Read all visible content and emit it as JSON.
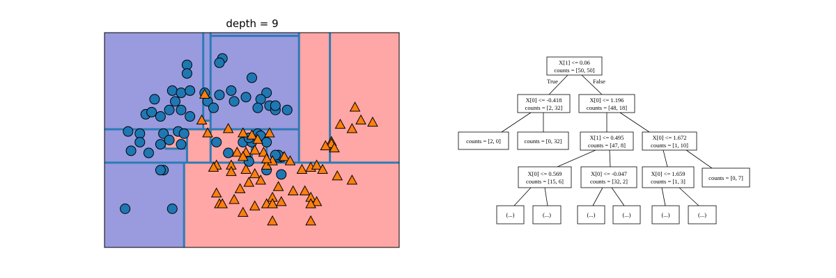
{
  "figure": {
    "title": "depth = 9",
    "colors": {
      "class0_region": "#9a9ade",
      "class1_region": "#ffa6a6",
      "boundary": "#2c7bb6",
      "class0_marker": "#1f77b4",
      "class1_marker": "#ff7f0e"
    }
  },
  "chart_data": {
    "type": "scatter",
    "title": "depth = 9",
    "xlabel": "",
    "ylabel": "",
    "xlim": [
      0,
      100
    ],
    "ylim": [
      0,
      100
    ],
    "regions": [
      {
        "x0": 0,
        "x1": 100,
        "y0": 0,
        "y1": 100,
        "class": 1
      },
      {
        "x0": 0,
        "x1": 27,
        "y0": 0,
        "y1": 39.5,
        "class": 0
      },
      {
        "x0": 0,
        "x1": 36,
        "y0": 39.5,
        "y1": 100,
        "class": 0
      },
      {
        "x0": 36,
        "x1": 66,
        "y0": 55,
        "y1": 100,
        "class": 0
      },
      {
        "x0": 50,
        "x1": 66,
        "y0": 39.5,
        "y1": 55,
        "class": 0
      },
      {
        "x0": 28,
        "x1": 36,
        "y0": 39.5,
        "y1": 55,
        "class": 1
      },
      {
        "x0": 33,
        "x1": 36,
        "y0": 55,
        "y1": 59,
        "class": 1
      },
      {
        "x0": 20,
        "x1": 28,
        "y0": 46,
        "y1": 52,
        "class": 1
      },
      {
        "x0": 50,
        "x1": 55,
        "y0": 39.5,
        "y1": 50,
        "class": 1
      }
    ],
    "boundaries": [
      {
        "x0": 0,
        "y0": 39.5,
        "x1": 100,
        "y1": 39.5
      },
      {
        "x0": 27,
        "y0": 0,
        "x1": 27,
        "y1": 39.5
      },
      {
        "x0": 0,
        "y0": 55,
        "x1": 66,
        "y1": 55
      },
      {
        "x0": 33.5,
        "y0": 55,
        "x1": 33.5,
        "y1": 100
      },
      {
        "x0": 36,
        "y0": 39.5,
        "x1": 36,
        "y1": 100
      },
      {
        "x0": 66,
        "y0": 39.5,
        "x1": 66,
        "y1": 100
      },
      {
        "x0": 76.5,
        "y0": 39.5,
        "x1": 76.5,
        "y1": 100
      },
      {
        "x0": 28,
        "y0": 39.5,
        "x1": 28,
        "y1": 55
      },
      {
        "x0": 50,
        "y0": 39.5,
        "x1": 50,
        "y1": 55
      },
      {
        "x0": 20.5,
        "y0": 46,
        "x1": 28,
        "y1": 46
      },
      {
        "x0": 20.5,
        "y0": 46,
        "x1": 20.5,
        "y1": 55
      },
      {
        "x0": 33.5,
        "y0": 59,
        "x1": 36,
        "y1": 59
      },
      {
        "x0": 50,
        "y0": 50,
        "x1": 55,
        "y1": 50
      },
      {
        "x0": 55,
        "y0": 39.5,
        "x1": 55,
        "y1": 50
      },
      {
        "x0": 36,
        "y0": 98.5,
        "x1": 66,
        "y1": 98.5
      }
    ],
    "series": [
      {
        "class": 0,
        "marker": "circle",
        "points": [
          [
            28,
            85
          ],
          [
            28,
            81
          ],
          [
            40,
            88
          ],
          [
            39,
            86
          ],
          [
            50,
            79
          ],
          [
            23,
            73
          ],
          [
            26,
            72
          ],
          [
            29,
            73
          ],
          [
            34,
            72
          ],
          [
            43,
            73
          ],
          [
            48,
            70
          ],
          [
            55,
            72
          ],
          [
            17,
            69
          ],
          [
            24,
            68
          ],
          [
            26,
            64
          ],
          [
            22,
            64
          ],
          [
            14,
            62
          ],
          [
            16,
            63
          ],
          [
            19,
            61
          ],
          [
            29,
            61
          ],
          [
            35,
            68
          ],
          [
            44,
            68
          ],
          [
            53,
            69
          ],
          [
            56,
            66
          ],
          [
            52,
            65
          ],
          [
            62,
            64
          ],
          [
            58,
            64
          ],
          [
            8,
            54
          ],
          [
            12,
            53
          ],
          [
            20,
            53
          ],
          [
            25,
            54
          ],
          [
            22,
            50
          ],
          [
            12,
            49
          ],
          [
            27,
            53
          ],
          [
            26,
            48
          ],
          [
            52,
            53
          ],
          [
            53,
            52
          ],
          [
            55,
            49
          ],
          [
            9,
            45
          ],
          [
            15,
            44
          ],
          [
            19,
            48
          ],
          [
            47,
            49
          ],
          [
            50,
            49
          ],
          [
            42,
            44
          ],
          [
            55,
            36
          ],
          [
            60,
            42
          ],
          [
            59,
            42
          ],
          [
            49,
            40
          ],
          [
            60,
            34
          ],
          [
            20,
            36
          ],
          [
            58,
            66
          ],
          [
            19,
            36
          ],
          [
            59,
            43
          ],
          [
            7,
            18
          ],
          [
            23,
            18
          ],
          [
            39,
            71
          ],
          [
            37,
            65
          ],
          [
            49,
            51
          ],
          [
            58,
            43
          ],
          [
            38,
            49
          ]
        ]
      },
      {
        "class": 1,
        "marker": "triangle",
        "points": [
          [
            34,
            71
          ],
          [
            33,
            59
          ],
          [
            42,
            55
          ],
          [
            47,
            53
          ],
          [
            50,
            52
          ],
          [
            35,
            53
          ],
          [
            56,
            53
          ],
          [
            52,
            50
          ],
          [
            85,
            65
          ],
          [
            80,
            57
          ],
          [
            84,
            55
          ],
          [
            87,
            59
          ],
          [
            91,
            58
          ],
          [
            77,
            49
          ],
          [
            77,
            48
          ],
          [
            78,
            46
          ],
          [
            75,
            47
          ],
          [
            48,
            44
          ],
          [
            45,
            44
          ],
          [
            51,
            45
          ],
          [
            54,
            44
          ],
          [
            47,
            42
          ],
          [
            43,
            38
          ],
          [
            38,
            38
          ],
          [
            37,
            37
          ],
          [
            43,
            35
          ],
          [
            48,
            36
          ],
          [
            51,
            34
          ],
          [
            55,
            38
          ],
          [
            57,
            40
          ],
          [
            61,
            42
          ],
          [
            63,
            40
          ],
          [
            67,
            36
          ],
          [
            70,
            37
          ],
          [
            72,
            38
          ],
          [
            74,
            36
          ],
          [
            79,
            33
          ],
          [
            84,
            31
          ],
          [
            49,
            30
          ],
          [
            53,
            31
          ],
          [
            59,
            28
          ],
          [
            64,
            26
          ],
          [
            68,
            26
          ],
          [
            70,
            23
          ],
          [
            72,
            21
          ],
          [
            57,
            23
          ],
          [
            60,
            21
          ],
          [
            55,
            20
          ],
          [
            51,
            19
          ],
          [
            44,
            22
          ],
          [
            38,
            25
          ],
          [
            46,
            27
          ],
          [
            39,
            20
          ],
          [
            57,
            20
          ],
          [
            70,
            20
          ],
          [
            40,
            20
          ],
          [
            47,
            16
          ],
          [
            70,
            12
          ],
          [
            57,
            12
          ],
          [
            55,
            41
          ]
        ]
      }
    ]
  },
  "tree": {
    "edge_true": "True",
    "edge_false": "False",
    "nodes": [
      {
        "id": "n0",
        "lines": [
          "X[1] <= 0.06",
          "counts = [50, 50]"
        ]
      },
      {
        "id": "n1",
        "lines": [
          "X[0] <= -0.418",
          "counts = [2, 32]"
        ]
      },
      {
        "id": "n2",
        "lines": [
          "X[0] <= 1.196",
          "counts = [48, 18]"
        ]
      },
      {
        "id": "n3",
        "lines": [
          "counts = [2, 0]"
        ]
      },
      {
        "id": "n4",
        "lines": [
          "counts = [0, 32]"
        ]
      },
      {
        "id": "n5",
        "lines": [
          "X[1] <= 0.495",
          "counts = [47, 8]"
        ]
      },
      {
        "id": "n6",
        "lines": [
          "X[0] <= 1.672",
          "counts = [1, 10]"
        ]
      },
      {
        "id": "n7",
        "lines": [
          "X[0] <= 0.569",
          "counts = [15, 6]"
        ]
      },
      {
        "id": "n8",
        "lines": [
          "X[0] <= -0.047",
          "counts = [32, 2]"
        ]
      },
      {
        "id": "n9",
        "lines": [
          "X[0] <= 1.659",
          "counts = [1, 3]"
        ]
      },
      {
        "id": "n10",
        "lines": [
          "counts = [0, 7]"
        ]
      },
      {
        "id": "n11",
        "lines": [
          "(...)"
        ]
      },
      {
        "id": "n12",
        "lines": [
          "(...)"
        ]
      },
      {
        "id": "n13",
        "lines": [
          "(...)"
        ]
      },
      {
        "id": "n14",
        "lines": [
          "(...)"
        ]
      },
      {
        "id": "n15",
        "lines": [
          "(...)"
        ]
      },
      {
        "id": "n16",
        "lines": [
          "(...)"
        ]
      }
    ]
  }
}
